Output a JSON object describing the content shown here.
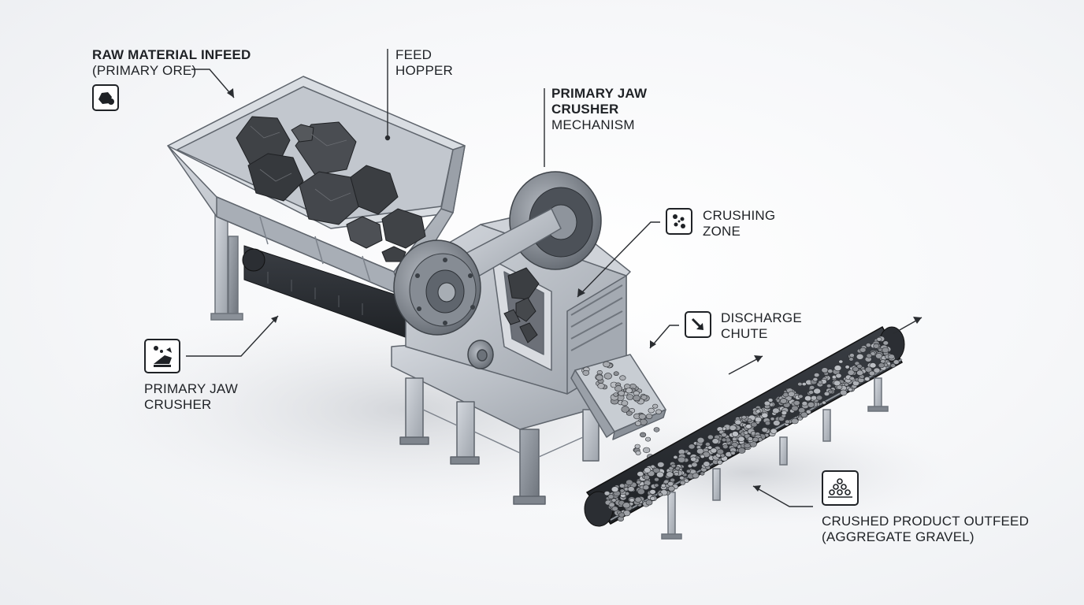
{
  "labels": {
    "raw_material": {
      "line1": "RAW MATERIAL INFEED",
      "line2": "(PRIMARY ORE)"
    },
    "feed_hopper": {
      "line1": "FEED",
      "line2": "HOPPER"
    },
    "jaw_mechanism": {
      "line1": "PRIMARY JAW",
      "line2": "CRUSHER",
      "line3": "MECHANISM"
    },
    "crushing_zone": {
      "line1": "CRUSHING",
      "line2": "ZONE"
    },
    "discharge_chute": {
      "line1": "DISCHARGE",
      "line2": "CHUTE"
    },
    "primary_jaw": {
      "line1": "PRIMARY JAW",
      "line2": "CRUSHER"
    },
    "crushed_product": {
      "line1": "CRUSHED PRODUCT OUTFEED",
      "line2": "(AGGREGATE GRAVEL)"
    }
  },
  "icons": {
    "raw_material": "ore-rock-icon",
    "crushing_zone": "particles-icon",
    "discharge_chute": "diagonal-arrow-icon",
    "primary_jaw": "crusher-icon",
    "crushed_product": "gravel-pile-icon"
  },
  "colors": {
    "text": "#1f2226",
    "steel": "#b9bec6",
    "steel_dark": "#7d838c",
    "belt": "#2e3136",
    "rock": "#3b3d40",
    "gravel": "#9a9ea5"
  }
}
